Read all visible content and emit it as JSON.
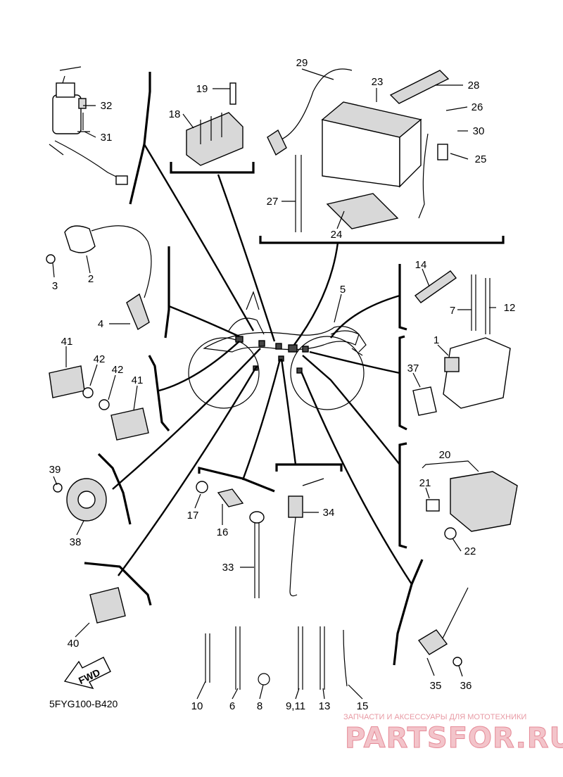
{
  "diagram_code": "5FYG100-B420",
  "fwd_label": "FWD",
  "watermark": {
    "caption": "ЗАПЧАСТИ И АКСЕССУАРЫ ДЛЯ МОТОТЕХНИКИ",
    "brand": "PARTSFOR.RU"
  },
  "callouts": {
    "c1": "1",
    "c2": "2",
    "c3": "3",
    "c4": "4",
    "c5": "5",
    "c6": "6",
    "c7": "7",
    "c8": "8",
    "c9_11": "9,11",
    "c10": "10",
    "c12": "12",
    "c13": "13",
    "c14": "14",
    "c15": "15",
    "c16": "16",
    "c17": "17",
    "c18": "18",
    "c19": "19",
    "c20": "20",
    "c21": "21",
    "c22": "22",
    "c23": "23",
    "c24": "24",
    "c25": "25",
    "c26": "26",
    "c27": "27",
    "c28": "28",
    "c29": "29",
    "c30": "30",
    "c31": "31",
    "c32": "32",
    "c33": "33",
    "c34": "34",
    "c35": "35",
    "c36": "36",
    "c37": "37",
    "c38": "38",
    "c39": "39",
    "c40": "40",
    "c41a": "41",
    "c41b": "41",
    "c42a": "42",
    "c42b": "42"
  }
}
